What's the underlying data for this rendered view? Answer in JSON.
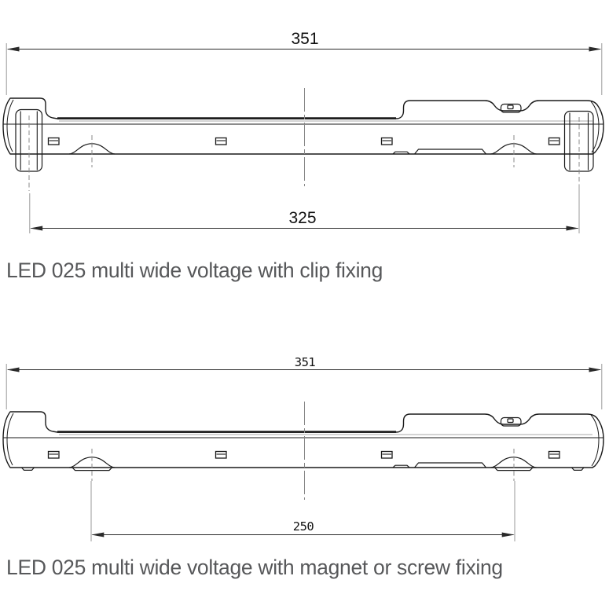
{
  "drawings": {
    "clip": {
      "caption": "LED 025 multi wide voltage with clip fixing",
      "overall_length": "351",
      "fixing_centers": "325"
    },
    "magnet": {
      "caption": "LED 025 multi wide voltage with magnet or screw fixing",
      "overall_length": "351",
      "fixing_centers": "250"
    }
  },
  "colors": {
    "background": "#ffffff",
    "line": "#1a1a1a",
    "dim_line": "#2a2a2a",
    "extension_line": "#9a9a9a",
    "center_line": "#888888",
    "dim_text": "#111111",
    "caption_text": "#57585a"
  }
}
